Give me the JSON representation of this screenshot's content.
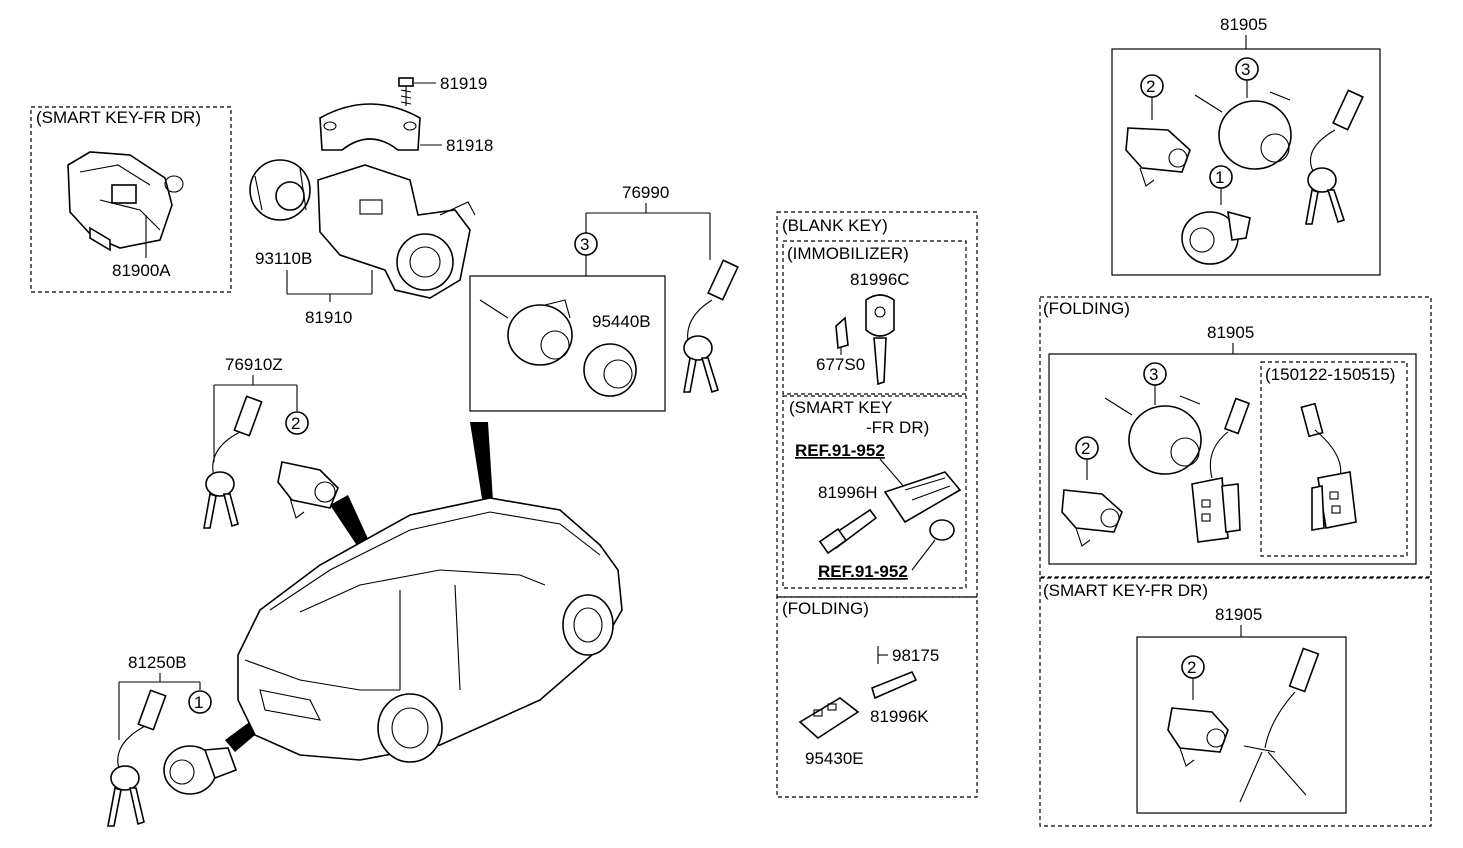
{
  "groups": {
    "smart_key_fr_dr_left": "(SMART KEY-FR DR)",
    "blank_key": "(BLANK KEY)",
    "immobilizer": "(IMMOBILIZER)",
    "smart_key_fr_dr_mid_line1": "(SMART KEY",
    "smart_key_fr_dr_mid_line2": "-FR DR)",
    "folding_mid": "(FOLDING)",
    "folding_right": "(FOLDING)",
    "date_range": "(150122-150515)",
    "smart_key_fr_dr_right": "(SMART KEY-FR DR)"
  },
  "parts": {
    "p81919": "81919",
    "p81918": "81918",
    "p93110B": "93110B",
    "p81910": "81910",
    "p81900A": "81900A",
    "p76990": "76990",
    "p95440B": "95440B",
    "p76910Z": "76910Z",
    "p81250B": "81250B",
    "p81996C": "81996C",
    "p677S0": "677S0",
    "p81996H": "81996H",
    "p98175": "98175",
    "p81996K": "81996K",
    "p95430E": "95430E",
    "p81905_top": "81905",
    "p81905_folding": "81905",
    "p81905_smart": "81905"
  },
  "refs": {
    "ref1": "REF.91-952",
    "ref2": "REF.91-952"
  },
  "callouts": {
    "c3_76990": "3",
    "c2_76910Z": "2",
    "c1_81250B": "1",
    "c2_top": "2",
    "c3_top": "3",
    "c1_top": "1",
    "c3_fold": "3",
    "c2_fold": "2",
    "c2_smart": "2"
  }
}
